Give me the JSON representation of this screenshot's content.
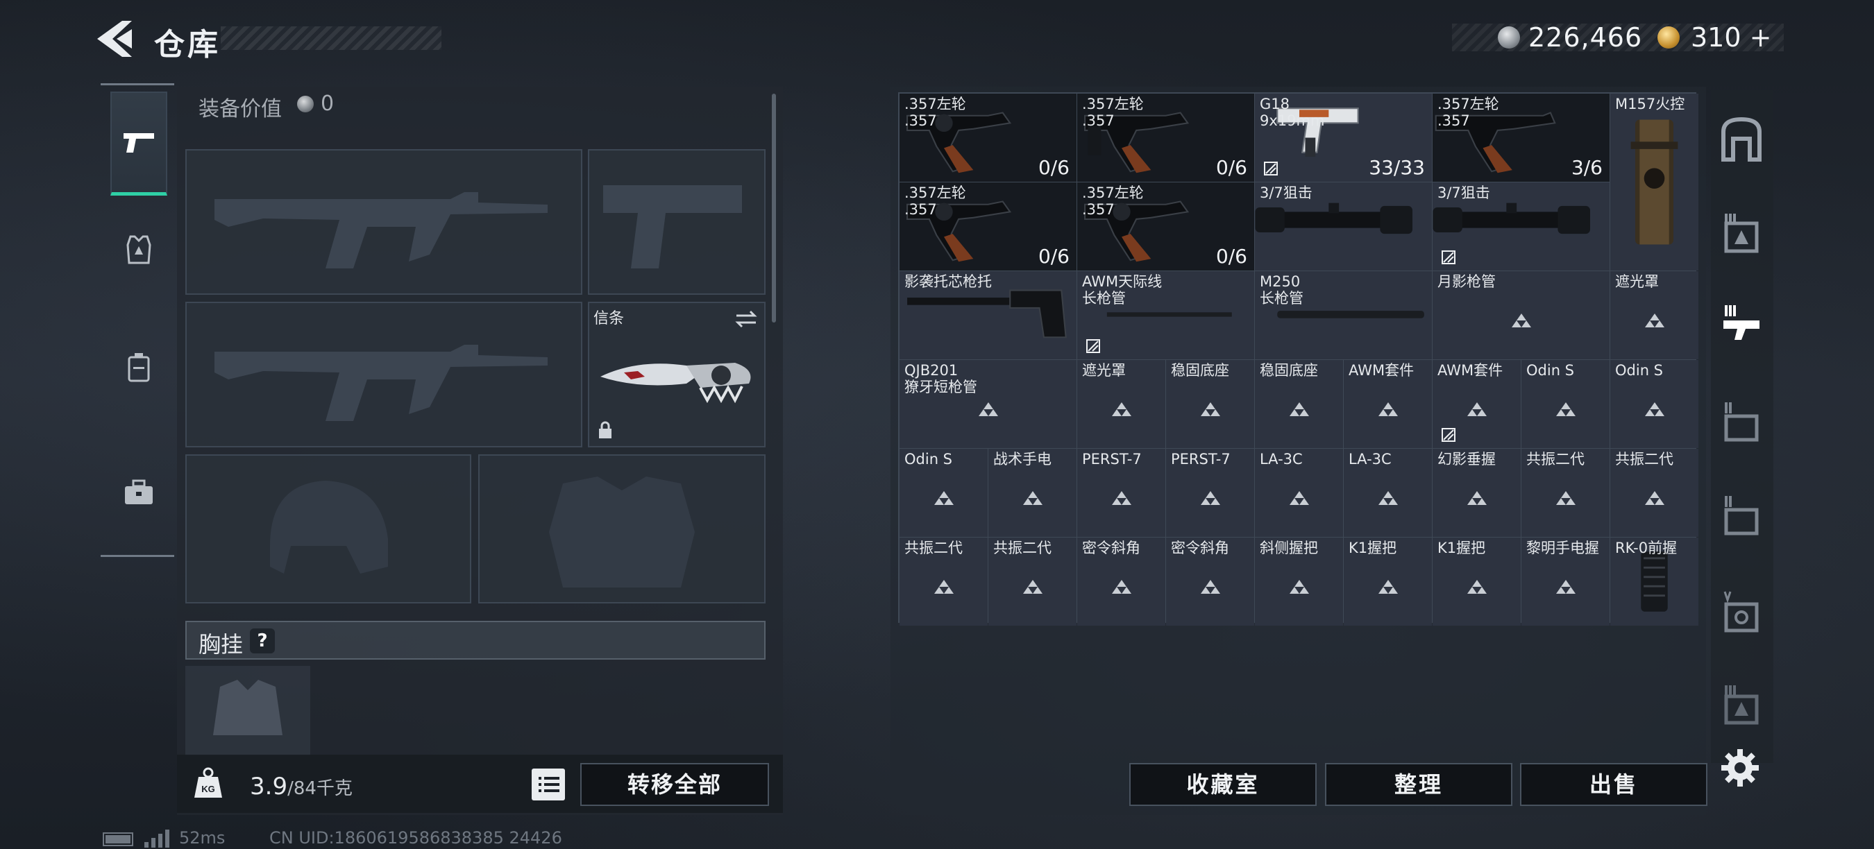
{
  "header": {
    "title": "仓库",
    "money": "226,466",
    "gold": "310",
    "gold_plus": "+"
  },
  "loadout": {
    "equip_value_label": "装备价值",
    "equip_value": "0",
    "melee_label": "信条",
    "chest_rig_label": "胸挂",
    "chest_help": "?",
    "weight_value": "3.9",
    "weight_max": "/84千克",
    "kg_label": "KG",
    "transfer_all": "转移全部"
  },
  "footer": {
    "ping": "52ms",
    "uid": "CN UID:1860619586838385 24426"
  },
  "storage": {
    "items": [
      {
        "name": ".357左轮\n.357",
        "ammo": "0/6",
        "art": "revolver"
      },
      {
        "name": ".357左轮\n.357",
        "ammo": "0/6",
        "art": "revolver-stock"
      },
      {
        "name": "G18\n9x19mm",
        "ammo": "33/33",
        "art": "pistol"
      },
      {
        "name": ".357左轮\n.357",
        "ammo": "3/6",
        "art": "revolver-long"
      },
      {
        "name": "M157火控",
        "ammo": "",
        "art": "scope-vertical"
      },
      {
        "name": ".357左轮\n.357",
        "ammo": "0/6",
        "art": "revolver"
      },
      {
        "name": ".357左轮\n.357",
        "ammo": "0/6",
        "art": "revolver"
      },
      {
        "name": "3/7狙击",
        "ammo": "",
        "art": "scope"
      },
      {
        "name": "3/7狙击",
        "ammo": "",
        "art": "scope"
      },
      {
        "name": "影袭托芯枪托",
        "ammo": "",
        "art": "stock"
      },
      {
        "name": "AWM天际线\n长枪管",
        "ammo": "",
        "art": "barrel"
      },
      {
        "name": "M250\n长枪管",
        "ammo": "",
        "art": "barrel-thick"
      },
      {
        "name": "月影枪管",
        "ammo": "",
        "art": "placeholder"
      },
      {
        "name": "遮光罩",
        "ammo": "",
        "art": "placeholder"
      },
      {
        "name": "QJB201\n獠牙短枪管",
        "ammo": "",
        "art": "placeholder"
      },
      {
        "name": "遮光罩",
        "ammo": "",
        "art": "placeholder"
      },
      {
        "name": "稳固底座",
        "ammo": "",
        "art": "placeholder"
      },
      {
        "name": "稳固底座",
        "ammo": "",
        "art": "placeholder"
      },
      {
        "name": "AWM套件",
        "ammo": "",
        "art": "placeholder"
      },
      {
        "name": "AWM套件",
        "ammo": "",
        "art": "placeholder"
      },
      {
        "name": "Odin S",
        "ammo": "",
        "art": "placeholder"
      },
      {
        "name": "Odin S",
        "ammo": "",
        "art": "placeholder"
      },
      {
        "name": "Odin S",
        "ammo": "",
        "art": "placeholder"
      },
      {
        "name": "战术手电",
        "ammo": "",
        "art": "placeholder"
      },
      {
        "name": "PERST-7",
        "ammo": "",
        "art": "placeholder"
      },
      {
        "name": "PERST-7",
        "ammo": "",
        "art": "placeholder"
      },
      {
        "name": "LA-3C",
        "ammo": "",
        "art": "placeholder"
      },
      {
        "name": "LA-3C",
        "ammo": "",
        "art": "placeholder"
      },
      {
        "name": "幻影垂握",
        "ammo": "",
        "art": "placeholder"
      },
      {
        "name": "共振二代",
        "ammo": "",
        "art": "placeholder"
      },
      {
        "name": "共振二代",
        "ammo": "",
        "art": "placeholder"
      },
      {
        "name": "共振二代",
        "ammo": "",
        "art": "placeholder"
      },
      {
        "name": "共振二代",
        "ammo": "",
        "art": "placeholder"
      },
      {
        "name": "密令斜角",
        "ammo": "",
        "art": "placeholder"
      },
      {
        "name": "密令斜角",
        "ammo": "",
        "art": "placeholder"
      },
      {
        "name": "斜侧握把",
        "ammo": "",
        "art": "placeholder"
      },
      {
        "name": "K1握把",
        "ammo": "",
        "art": "placeholder"
      },
      {
        "name": "K1握把",
        "ammo": "",
        "art": "placeholder"
      },
      {
        "name": "黎明手电握",
        "ammo": "",
        "art": "placeholder"
      },
      {
        "name": "RK-0前握",
        "ammo": "",
        "art": "grip"
      }
    ],
    "buttons": {
      "collection": "收藏室",
      "sort": "整理",
      "sell": "出售"
    }
  },
  "icons": {
    "back": "back-arrow-icon",
    "pistol_tab": "pistol-icon",
    "armor_tab": "armor-icon",
    "backpack_tab": "backpack-icon",
    "case_tab": "case-icon",
    "settings": "gear-icon",
    "swap": "swap-icon",
    "lock": "lock-icon"
  },
  "colors": {
    "accent": "#2fd0a6",
    "panel": "#222830",
    "cell": "#1b2027"
  }
}
